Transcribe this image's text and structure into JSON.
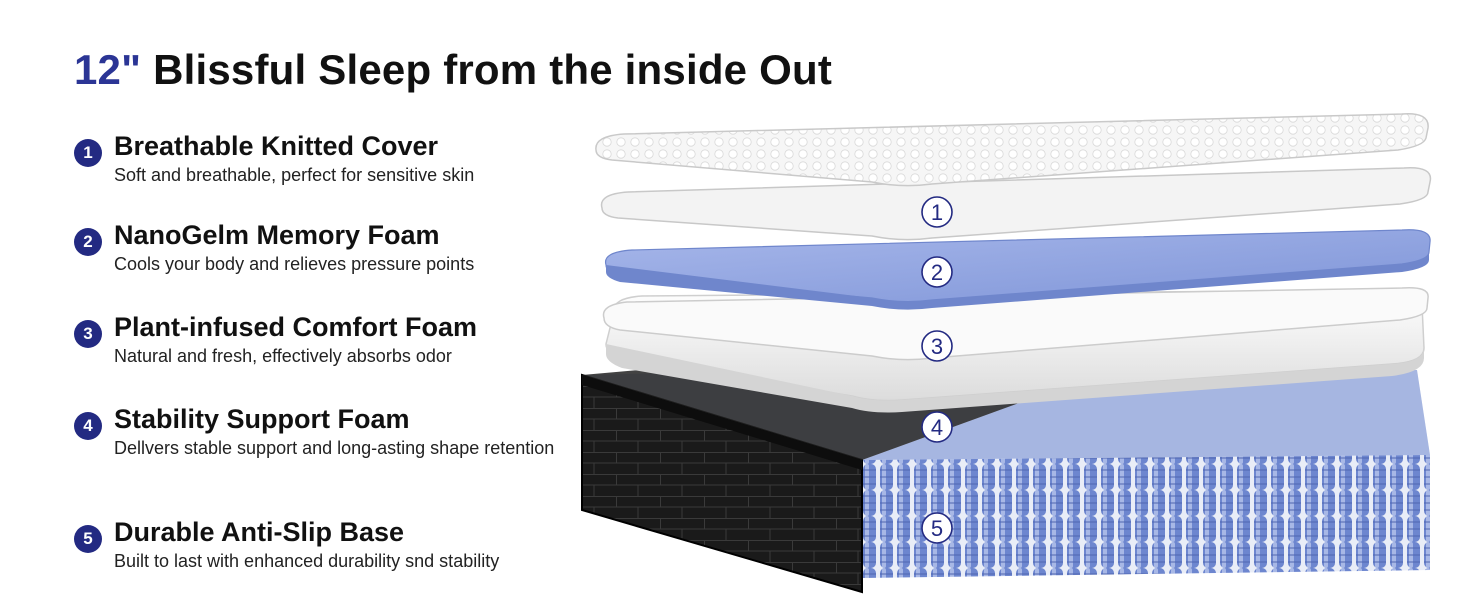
{
  "headline": {
    "accent": "12\"",
    "rest": "Blissful Sleep from the inside Out"
  },
  "features": [
    {
      "number": "1",
      "title": "Breathable Knitted Cover",
      "description": "Soft and breathable, perfect for sensitive skin"
    },
    {
      "number": "2",
      "title": "NanoGelm Memory Foam",
      "description": "Cools your body and relieves pressure points"
    },
    {
      "number": "3",
      "title": "Plant-infused Comfort Foam",
      "description": "Natural and fresh, effectively absorbs odor"
    },
    {
      "number": "4",
      "title": "Stability Support Foam",
      "description": "Dellvers stable support and long-asting shape retention"
    },
    {
      "number": "5",
      "title": "Durable Anti-Slip Base",
      "description": "Built to last with enhanced durability snd stability"
    }
  ],
  "layer_badges": [
    "1",
    "2",
    "3",
    "4",
    "5"
  ],
  "colors": {
    "accent": "#2b3595",
    "badge_fill": "#232a82",
    "memory_foam": "#8ea3df",
    "coils": "#6d86cf",
    "base": "#1c1c1c"
  }
}
